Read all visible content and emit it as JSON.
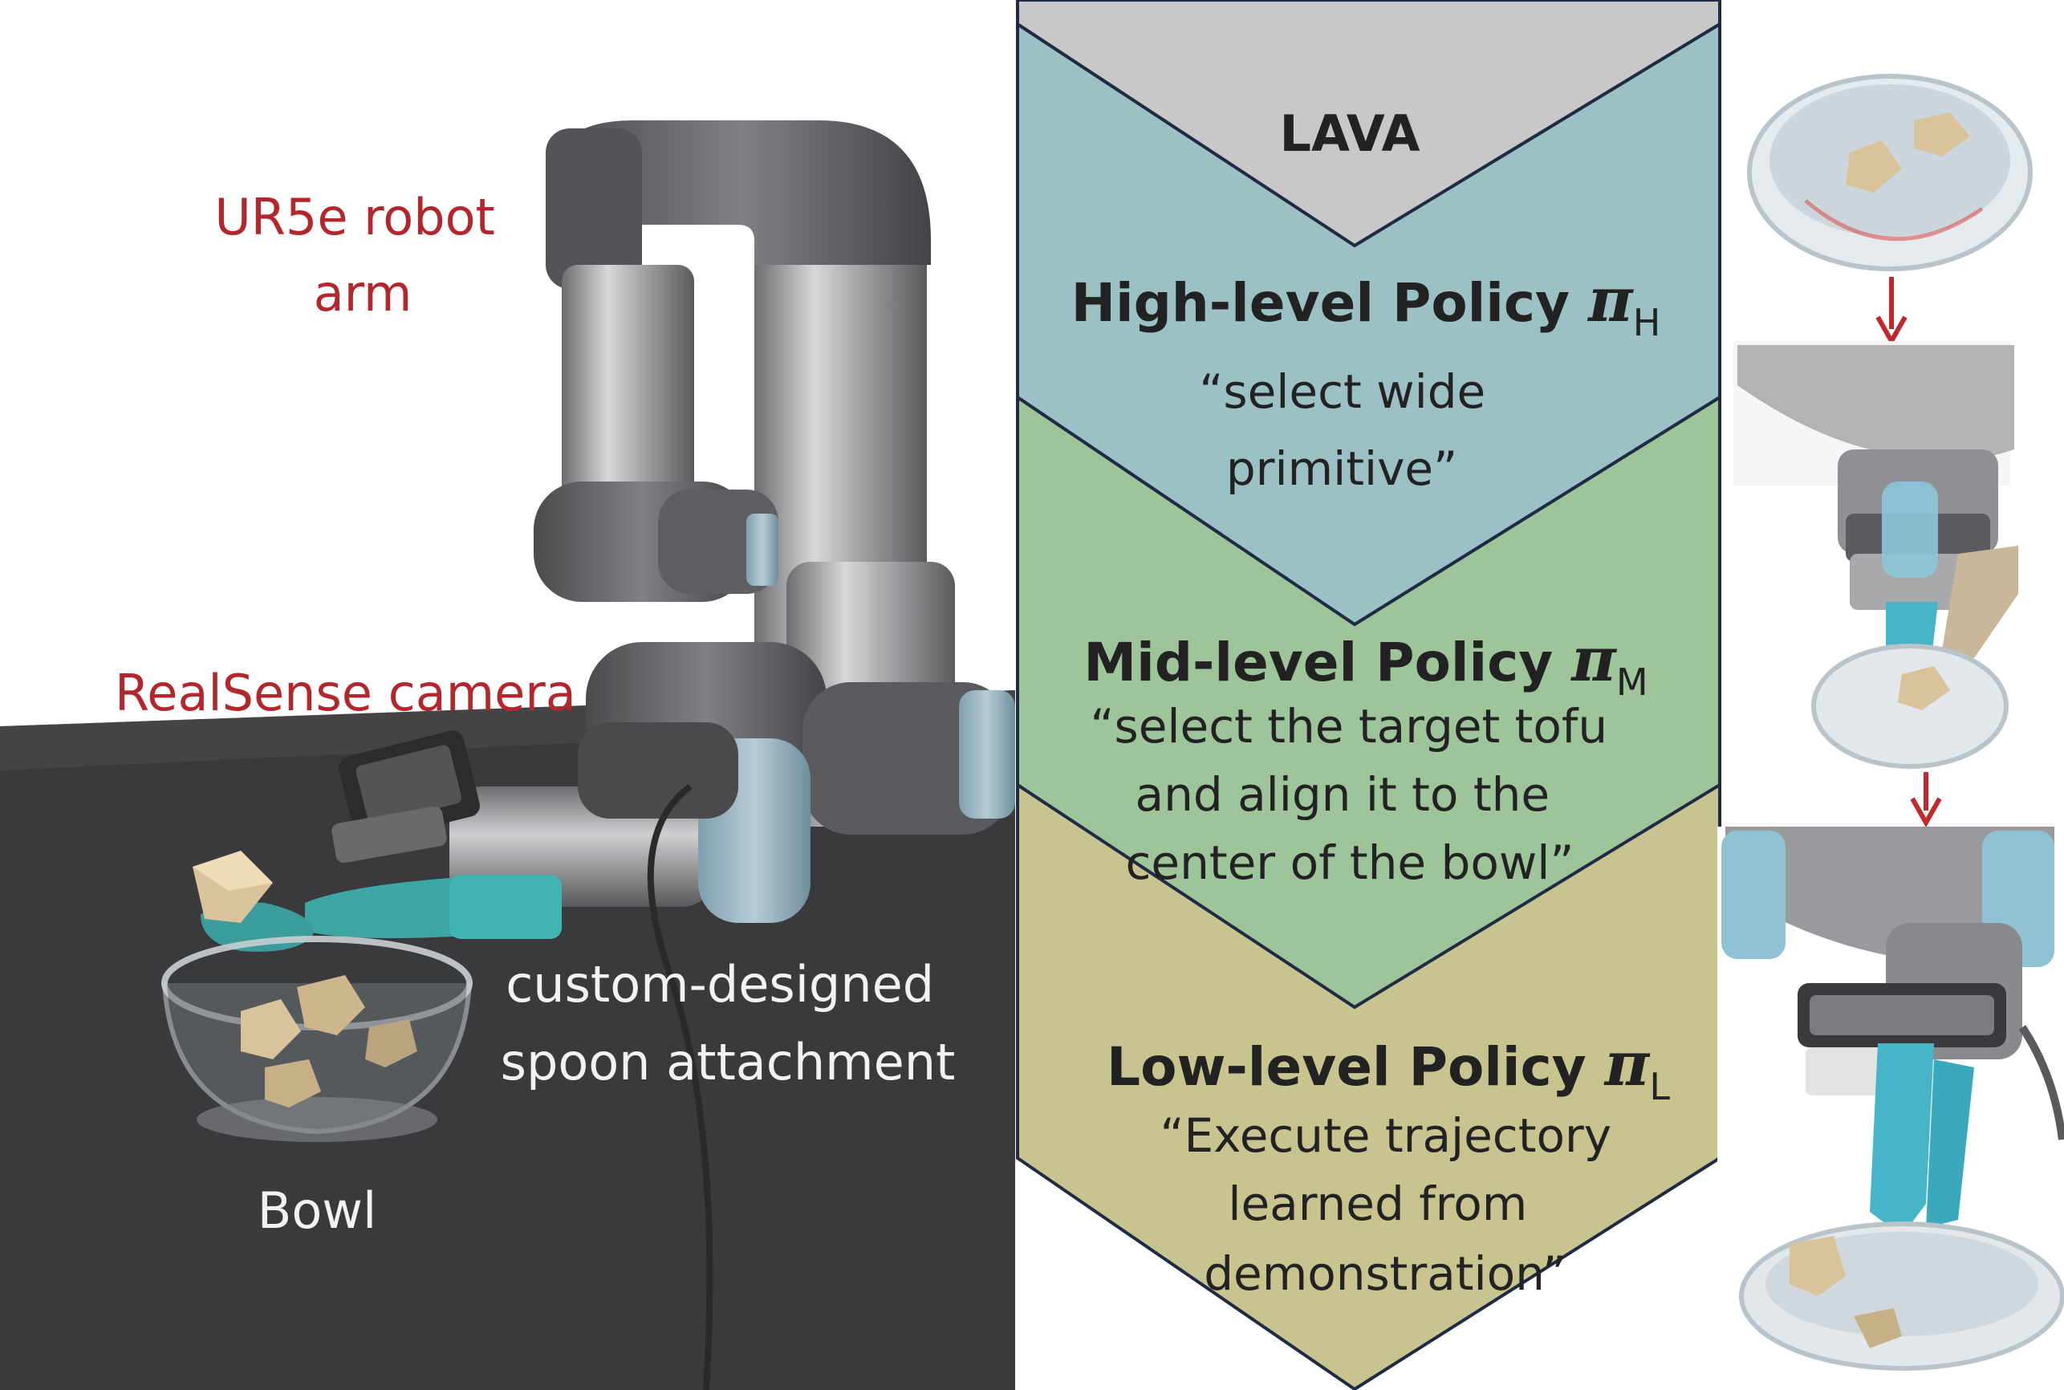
{
  "photo_labels": {
    "robot_arm": [
      "UR5e robot",
      "arm"
    ],
    "camera": "RealSense camera",
    "spoon": [
      "custom-designed",
      "spoon attachment"
    ],
    "bowl": "Bowl"
  },
  "diagram": {
    "title": "LAVA",
    "levels": [
      {
        "name": "High-level Policy ",
        "symbol": "π",
        "subscript": "H",
        "description": [
          "“select wide",
          "primitive”"
        ]
      },
      {
        "name": "Mid-level Policy ",
        "symbol": "π",
        "subscript": "M",
        "description": [
          "“select the target tofu",
          "and align it to the",
          "center of the bowl”"
        ]
      },
      {
        "name": "Low-level Policy ",
        "symbol": "π",
        "subscript": "L",
        "description": [
          "“Execute trajectory",
          "learned from",
          "demonstration”"
        ]
      }
    ]
  },
  "colors": {
    "label_red": "#b3262c",
    "label_white": "#f2f2f2",
    "title_band": "#c8c8c8",
    "high_band": "#9cc1c5",
    "mid_band": "#9ec49a",
    "low_band": "#c8c48f",
    "outline": "#1f2a44",
    "arrow": "#c0282d"
  },
  "icons": [
    "robot-arm-photo",
    "bowl-icon",
    "tofu-cube-icon",
    "down-arrow-icon"
  ]
}
